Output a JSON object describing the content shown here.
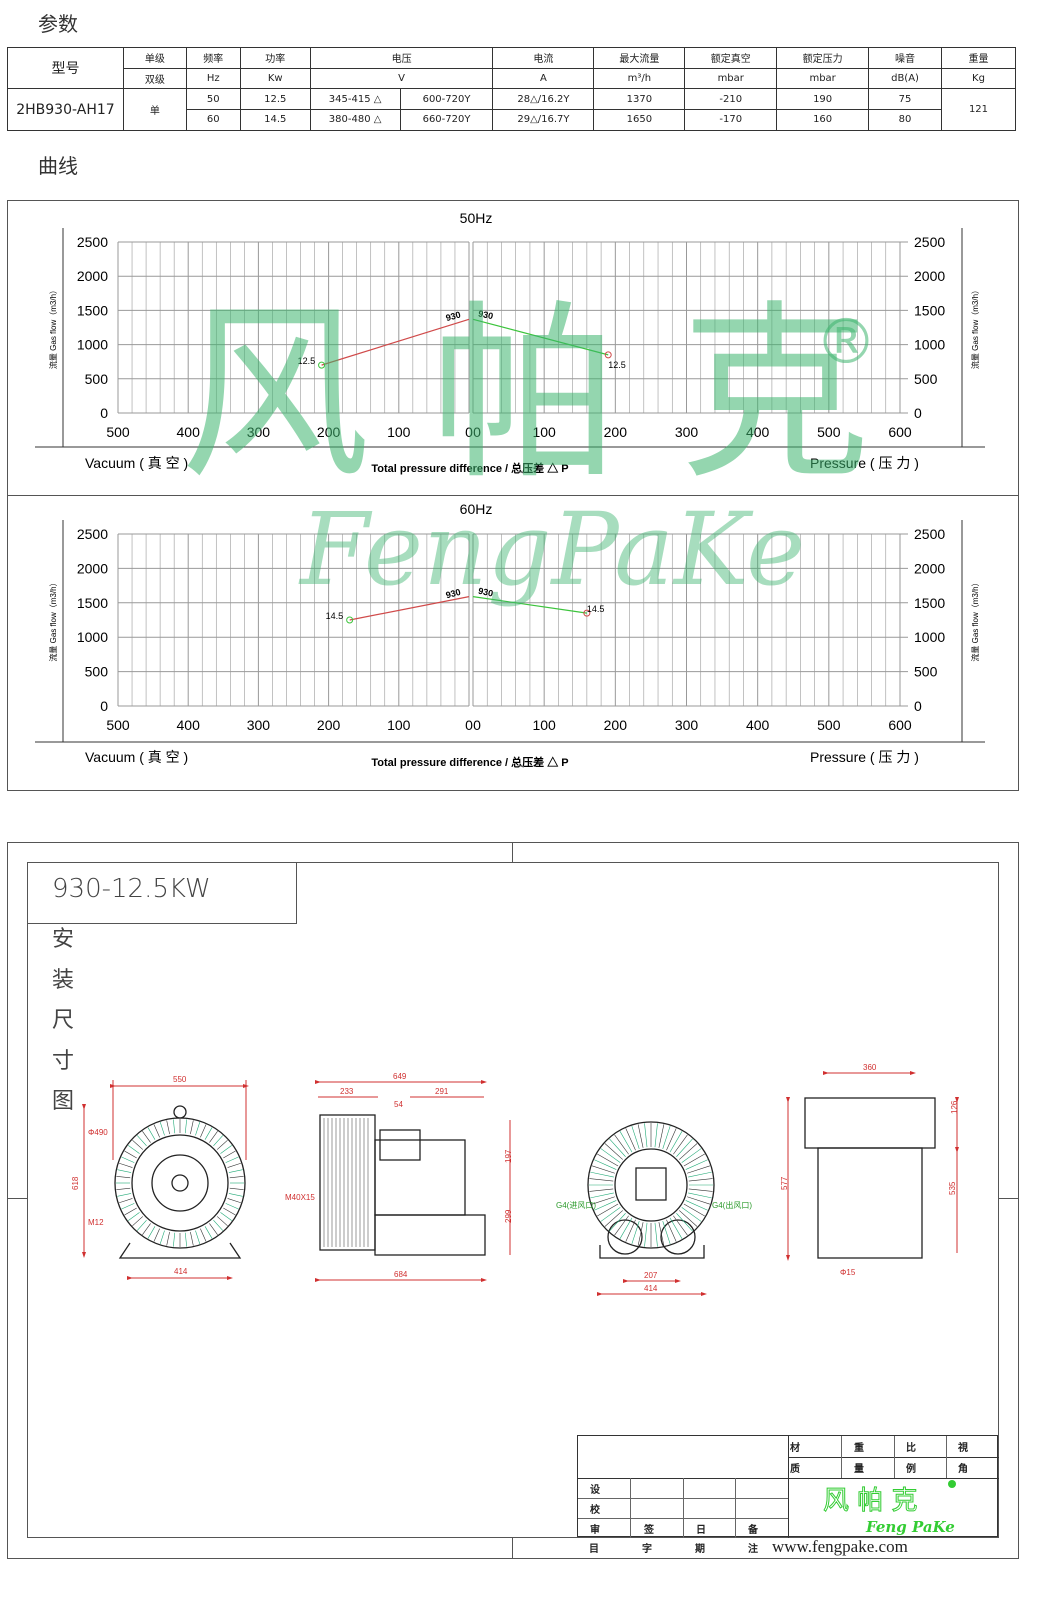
{
  "sections": {
    "params": "参数",
    "curves": "曲线"
  },
  "table": {
    "header1": [
      "型号",
      "单级",
      "频率",
      "功率",
      "电压",
      "电流",
      "最大流量",
      "额定真空",
      "额定压力",
      "噪音",
      "重量"
    ],
    "header2": [
      "双级",
      "Hz",
      "Kw",
      "V",
      "A",
      "m³/h",
      "mbar",
      "mbar",
      "dB(A)",
      "Kg"
    ],
    "model": "2HB930-AH17",
    "stage": "单",
    "weight": "121",
    "rows": [
      {
        "hz": "50",
        "kw": "12.5",
        "v_delta": "345-415 △",
        "v_y": "600-720Y",
        "a": "28△/16.2Y",
        "flow": "1370",
        "vac": "-210",
        "pres": "190",
        "noise": "75"
      },
      {
        "hz": "60",
        "kw": "14.5",
        "v_delta": "380-480 △",
        "v_y": "660-720Y",
        "a": "29△/16.7Y",
        "flow": "1650",
        "vac": "-170",
        "pres": "160",
        "noise": "80"
      }
    ]
  },
  "watermark": {
    "cn": "风帕克",
    "mark": "®",
    "en": "FengPaKe"
  },
  "chart_data": [
    {
      "type": "line",
      "title": "50Hz",
      "ylabel": "流量 Gas flow（m3/h）",
      "xlabel": "Total pressure difference / 总压差 △ P",
      "left_label": "Vacuum ( 真 空 )",
      "right_label": "Pressure ( 压 力 )",
      "ylim": [
        0,
        2500
      ],
      "yticks": [
        "0",
        "500",
        "1000",
        "1500",
        "2000",
        "2500"
      ],
      "vacuum_xlim": [
        500,
        0
      ],
      "vacuum_xticks": [
        "500",
        "400",
        "300",
        "200",
        "100",
        "0"
      ],
      "pressure_xlim": [
        0,
        600
      ],
      "pressure_xticks": [
        "0",
        "100",
        "200",
        "300",
        "400",
        "500",
        "600"
      ],
      "series": [
        {
          "name": "vacuum",
          "color": "#d04a4a",
          "points": [
            {
              "x": 0,
              "y": 1370,
              "label": "930"
            },
            {
              "x": 210,
              "y": 700,
              "label": "12.5"
            }
          ]
        },
        {
          "name": "pressure",
          "color": "#3cc43c",
          "points": [
            {
              "x": 0,
              "y": 1370,
              "label": "930"
            },
            {
              "x": 190,
              "y": 850,
              "label": "12.5"
            }
          ]
        }
      ]
    },
    {
      "type": "line",
      "title": "60Hz",
      "ylabel": "流量 Gas flow（m3/h）",
      "xlabel": "Total pressure difference / 总压差 △ P",
      "left_label": "Vacuum ( 真 空 )",
      "right_label": "Pressure ( 压 力 )",
      "ylim": [
        0,
        2500
      ],
      "yticks": [
        "0",
        "500",
        "1000",
        "1500",
        "2000",
        "2500"
      ],
      "vacuum_xlim": [
        500,
        0
      ],
      "vacuum_xticks": [
        "500",
        "400",
        "300",
        "200",
        "100",
        "0"
      ],
      "pressure_xlim": [
        0,
        600
      ],
      "pressure_xticks": [
        "0",
        "100",
        "200",
        "300",
        "400",
        "500",
        "600"
      ],
      "series": [
        {
          "name": "vacuum",
          "color": "#d04a4a",
          "points": [
            {
              "x": 0,
              "y": 1590,
              "label": "930"
            },
            {
              "x": 170,
              "y": 1250,
              "label": "14.5"
            }
          ]
        },
        {
          "name": "pressure",
          "color": "#3cc43c",
          "points": [
            {
              "x": 0,
              "y": 1590,
              "label": "930"
            },
            {
              "x": 160,
              "y": 1350,
              "label": "14.5"
            }
          ]
        }
      ]
    }
  ],
  "drawing": {
    "title": "930-12.5KW",
    "side_label": [
      "安",
      "装",
      "尺",
      "寸",
      "图"
    ],
    "view1": {
      "width": "550",
      "dia": "Φ490",
      "height": "618",
      "bolt": "M12",
      "base": "414"
    },
    "view2": {
      "total": "649",
      "left": "233",
      "right": "291",
      "gap": "54",
      "upper": "197",
      "lower": "299",
      "shaft": "M40X15",
      "base": "684"
    },
    "view3": {
      "inlet": "G4(进风口)",
      "outlet": "G4(出风口)",
      "inner": "207",
      "base": "414"
    },
    "view4": {
      "top": "360",
      "cap": "126",
      "height": "577",
      "body": "535",
      "hole": "Φ15"
    }
  },
  "title_block": {
    "top": [
      "材",
      "重",
      "比",
      "視"
    ],
    "second": [
      "质",
      "量",
      "例",
      "角"
    ],
    "rows": [
      "设",
      "校",
      "审"
    ],
    "sign": [
      "签",
      "日",
      "备"
    ],
    "bottom": [
      "目",
      "字",
      "期",
      "注"
    ],
    "logo_cn": "风 帕 克",
    "logo_en": "Feng PaKe",
    "website": "www.fengpake.com"
  }
}
